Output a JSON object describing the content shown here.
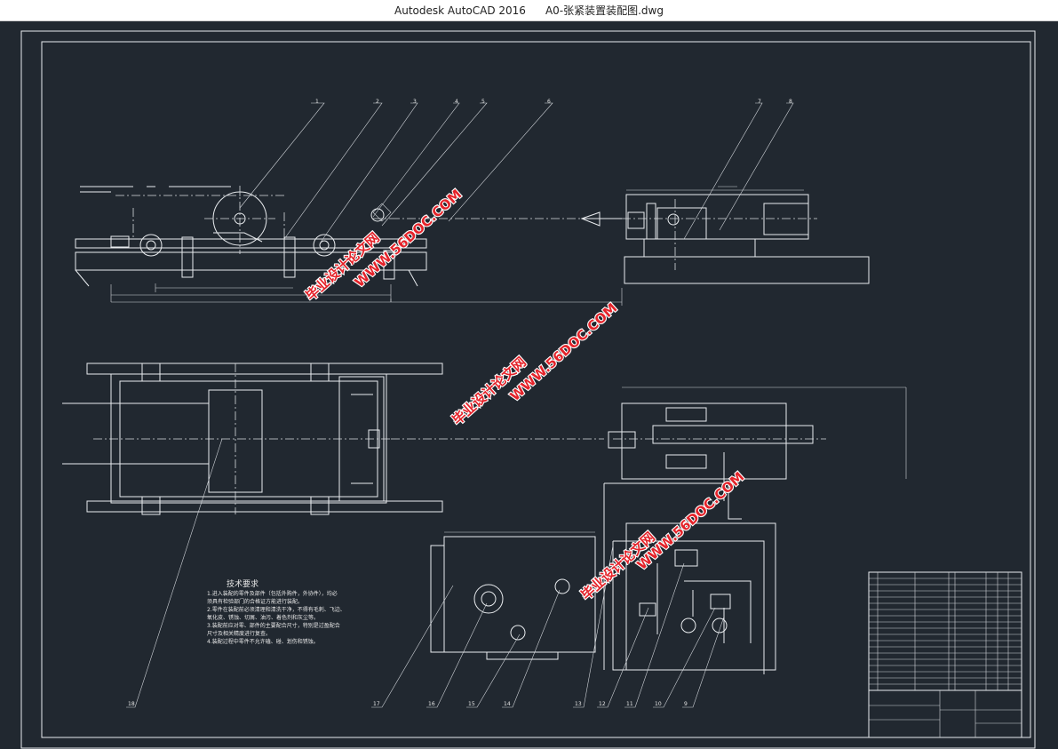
{
  "window": {
    "app_title": "Autodesk AutoCAD 2016",
    "file_title": "A0-张紧装置装配图.dwg"
  },
  "drawing": {
    "tech_req": {
      "heading": "技术要求",
      "lines": [
        "1.进入装配的零件及部件（包括外购件，外协件），均必",
        "须具有检验部门的合格证方能进行装配。",
        "2.零件在装配前必须清理和清洗干净，不得有毛刺、飞边、",
        "氧化皮、锈蚀、切屑、油污、着色剂和灰尘等。",
        "3.装配前应对零、部件的主要配合尺寸，特别是过盈配合",
        "尺寸及相关精度进行复查。",
        "4.装配过程中零件不允许磕、碰、划伤和锈蚀。"
      ]
    },
    "balloons": [
      "1",
      "2",
      "3",
      "4",
      "5",
      "6",
      "7",
      "8",
      "9",
      "10",
      "11",
      "12",
      "13",
      "14",
      "15",
      "16",
      "17",
      "18"
    ],
    "watermark": {
      "brand": "WWW.56DOC.COM",
      "cn": "毕业设计论文网"
    }
  },
  "colors": {
    "canvas": "#212830",
    "lines": "#e9ecef",
    "watermark": "#e4232a",
    "titlebar": "#ffffff"
  }
}
